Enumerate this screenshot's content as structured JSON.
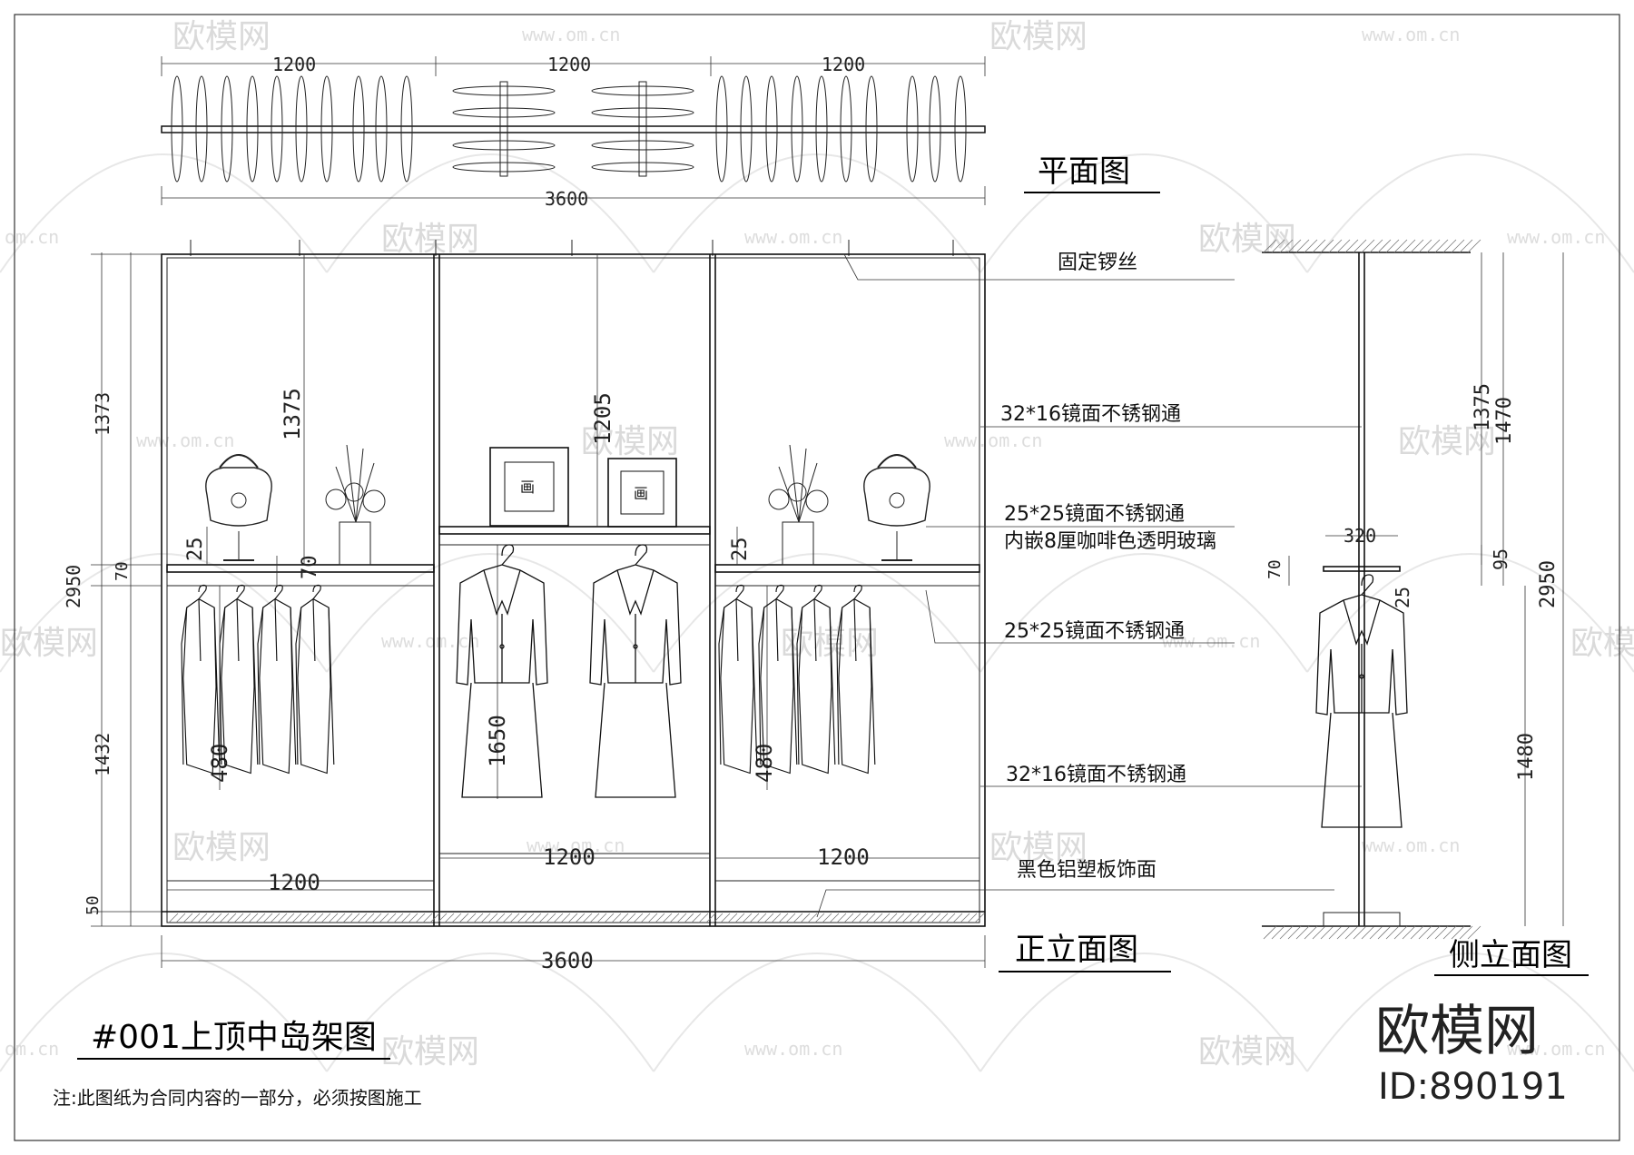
{
  "drawing": {
    "plan": {
      "title": "平面图",
      "dims": [
        "1200",
        "1200",
        "1200",
        "3600"
      ]
    },
    "front": {
      "title": "正立面图",
      "left_dims": [
        "1373",
        "70",
        "2950",
        "1432",
        "50"
      ],
      "inner_dims": [
        "1375",
        "25",
        "70",
        "480",
        "1200",
        "1205",
        "1650",
        "1200",
        "25",
        "480",
        "1200"
      ],
      "bottom_total": "3600",
      "frame_label": "画"
    },
    "side": {
      "title": "侧立面图",
      "dims": [
        "320",
        "70",
        "25",
        "1375",
        "1470",
        "95",
        "2950",
        "1480"
      ]
    },
    "annotations": [
      "固定锣丝",
      "32*16镜面不锈钢通",
      "25*25镜面不锈钢通",
      "内嵌8厘咖啡色透明玻璃",
      "25*25镜面不锈钢通",
      "32*16镜面不锈钢通",
      "黑色铝塑板饰面"
    ],
    "drawing_title": "#001上顶中岛架图",
    "note": "注:此图纸为合同内容的一部分，必须按图施工"
  },
  "watermark": {
    "brand": "欧模网",
    "url": "www.om.cn",
    "url_short": "om.cn",
    "id": "ID:890191"
  }
}
